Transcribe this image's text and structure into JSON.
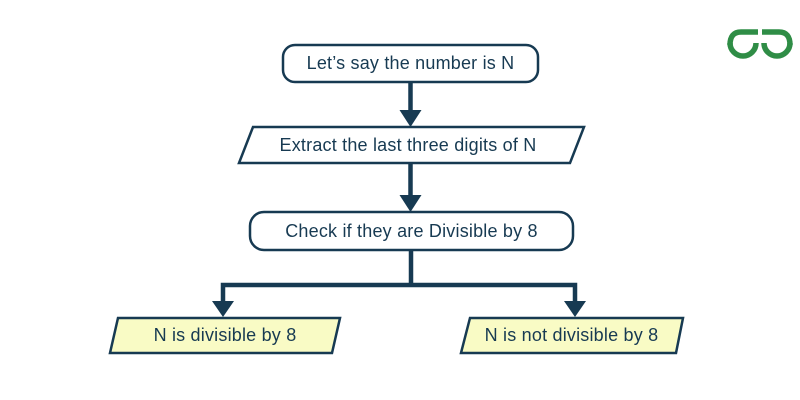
{
  "colors": {
    "line": "#173A52",
    "text": "#173A52",
    "node_fill": "#FFFFFF",
    "result_fill": "#F9FBC5",
    "logo_green": "#2F8D46"
  },
  "logo": {
    "icon": "geeksforgeeks-logo"
  },
  "flowchart": {
    "title": "",
    "nodes": [
      {
        "id": "start",
        "shape": "rounded-rectangle",
        "label": "Let’s say the number is N"
      },
      {
        "id": "extract",
        "shape": "parallelogram",
        "label": "Extract the last three digits of N"
      },
      {
        "id": "check",
        "shape": "rounded-rectangle",
        "label": "Check if they are Divisible by 8"
      },
      {
        "id": "result-divisible",
        "shape": "parallelogram",
        "label": "N is divisible by 8"
      },
      {
        "id": "result-not-divisible",
        "shape": "parallelogram",
        "label": "N is not divisible by 8"
      }
    ],
    "edges": [
      {
        "from": "start",
        "to": "extract"
      },
      {
        "from": "extract",
        "to": "check"
      },
      {
        "from": "check",
        "to": "result-divisible"
      },
      {
        "from": "check",
        "to": "result-not-divisible"
      }
    ]
  }
}
